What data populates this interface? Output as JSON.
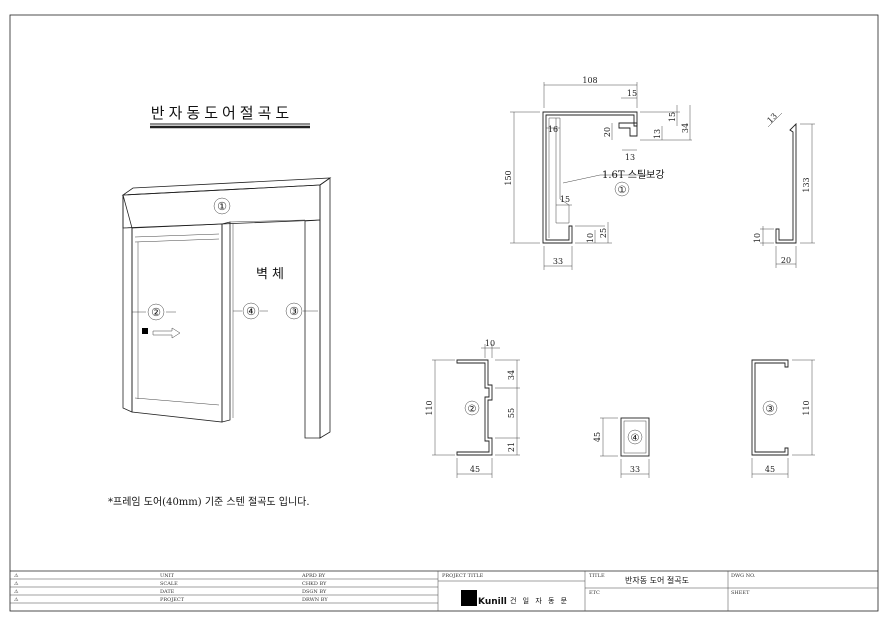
{
  "drawing": {
    "title": "반자동도어절곡도",
    "wall_label": "벽 체",
    "note": "*프레임 도어(40mm) 기준 스텐 절곡도 입니다.",
    "material_note": "1.6T 스틸보강",
    "part_labels": {
      "p1": "①",
      "p2": "②",
      "p3": "③",
      "p4": "④"
    }
  },
  "dimensions": {
    "p1_main": {
      "width": "108",
      "top_inner": "15",
      "right_34": "34",
      "right_15": "15",
      "notch_20": "20",
      "notch_13a": "13",
      "notch_13b": "13",
      "lip_16": "16",
      "height": "150",
      "bottom_15": "15",
      "bottom_10": "10",
      "bottom_25": "25",
      "base_33": "33"
    },
    "p1_side": {
      "tip": "13",
      "height": "133",
      "foot": "10",
      "base": "20"
    },
    "p2": {
      "top": "10",
      "h34": "34",
      "h55": "55",
      "h21": "21",
      "height": "110",
      "width": "45"
    },
    "p4": {
      "height": "45",
      "width": "33"
    },
    "p3": {
      "height": "110",
      "width": "45"
    }
  },
  "title_block": {
    "warn_symbol": "⚠",
    "left_labels": [
      "UNIT",
      "SCALE",
      "DATE",
      "PROJECT"
    ],
    "mid_labels": [
      "APRD BY",
      "CHKD BY",
      "DSGN BY",
      "DRWN BY"
    ],
    "project_title_label": "PROJECT TITLE",
    "company_brand": "Kunill",
    "company_name": "건 일 자 동 문",
    "title_label": "TITLE",
    "title_value": "반자동 도어 절곡도",
    "etc_label": "ETC",
    "dwg_no_label": "DWG NO.",
    "sheet_label": "SHEET"
  },
  "colors": {
    "line": "#222222",
    "paper": "#ffffff",
    "logo": "#000000"
  }
}
